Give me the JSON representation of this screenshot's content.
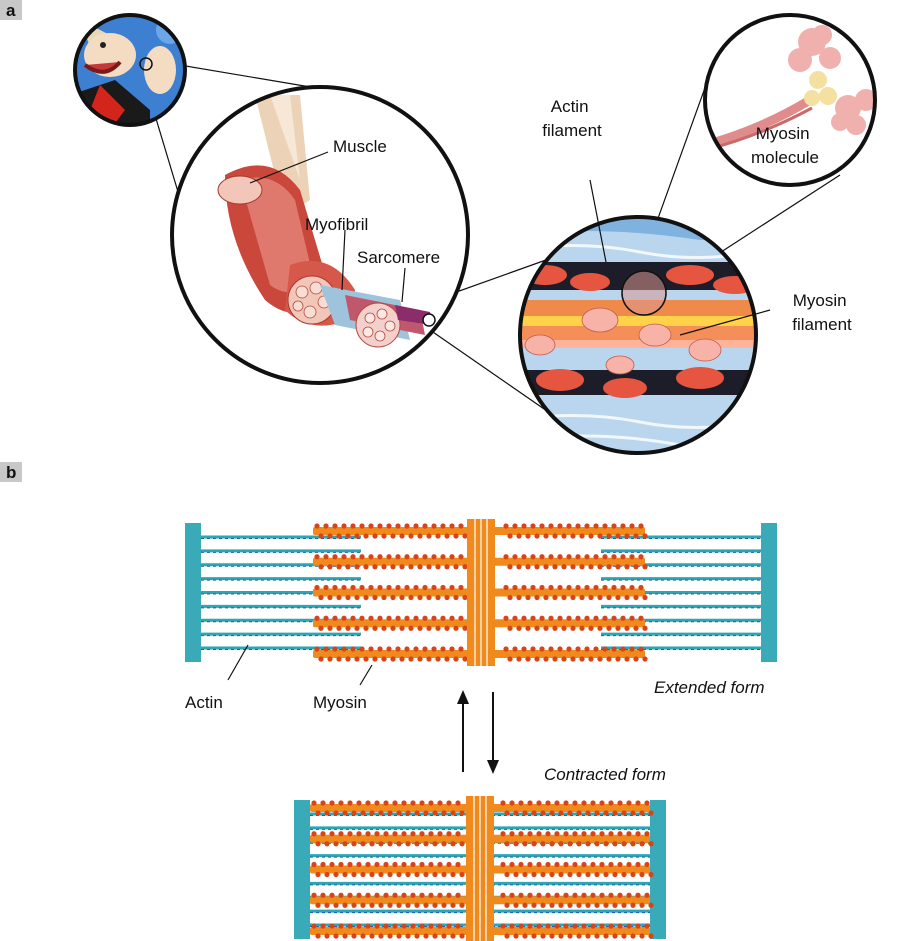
{
  "panels": {
    "a": {
      "tag": "a",
      "labels": {
        "muscle": "Muscle",
        "myofibril": "Myofibril",
        "sarcomere": "Sarcomere",
        "actin_filament": [
          "Actin",
          "filament"
        ],
        "myosin_molecule": [
          "Myosin",
          "molecule"
        ],
        "myosin_filament": [
          "Myosin",
          "filament"
        ]
      }
    },
    "b": {
      "tag": "b",
      "labels": {
        "actin": "Actin",
        "myosin": "Myosin",
        "extended": "Extended form",
        "contracted": "Contracted form"
      }
    }
  },
  "colors": {
    "actin": "#2aa6b5",
    "actin_dark": "#1f5fa8",
    "myosin": "#f08a1c",
    "myosin_dot": "#d9431a",
    "z_disc": "#3aa9b8",
    "muscle_red": "#c9473b",
    "tag_bg": "#c8c8c8"
  },
  "icons": [
    "cartoon-sailor-icon",
    "muscle-fiber-illustration",
    "filament-closeup-illustration",
    "myosin-molecule-illustration"
  ]
}
